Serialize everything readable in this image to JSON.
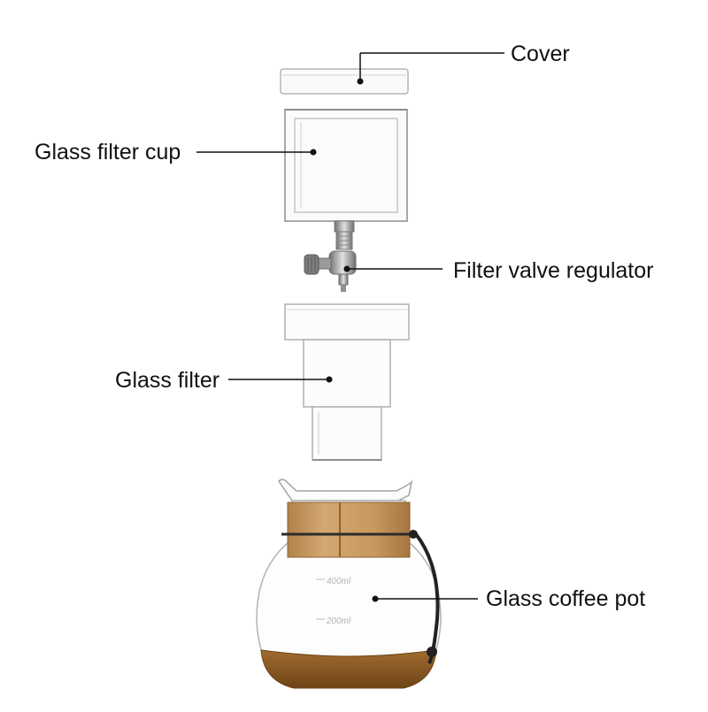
{
  "labels": {
    "cover": "Cover",
    "filter_cup": "Glass filter cup",
    "valve": "Filter valve regulator",
    "filter": "Glass filter",
    "pot": "Glass coffee pot"
  },
  "pot_markings": {
    "upper": "400ml",
    "lower": "200ml"
  },
  "colors": {
    "glass_edge": "#b9b9b9",
    "wood": "#c79a5f",
    "wood_dark": "#a87a42",
    "coffee": "#8a5a22",
    "metal": "#9d9d9d",
    "line": "#111111"
  }
}
